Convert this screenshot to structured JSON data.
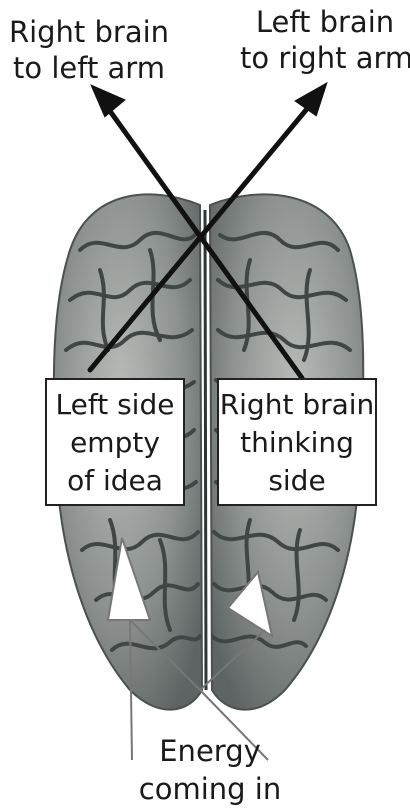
{
  "labels": {
    "top_left": [
      "Right brain",
      "to left arm"
    ],
    "top_right": [
      "Left brain",
      "to right arm"
    ],
    "box_left": [
      "Left side",
      "empty",
      "of idea"
    ],
    "box_right": [
      "Right brain",
      "thinking",
      "side"
    ],
    "bottom": [
      "Energy",
      "coming in"
    ]
  },
  "colors": {
    "brain_base": "#8a8f8e",
    "brain_sulci": "#3f4645",
    "brain_highlight": "#c7cac7",
    "arrow_stroke": "#111111",
    "outline_arrow_stroke": "#777777"
  }
}
